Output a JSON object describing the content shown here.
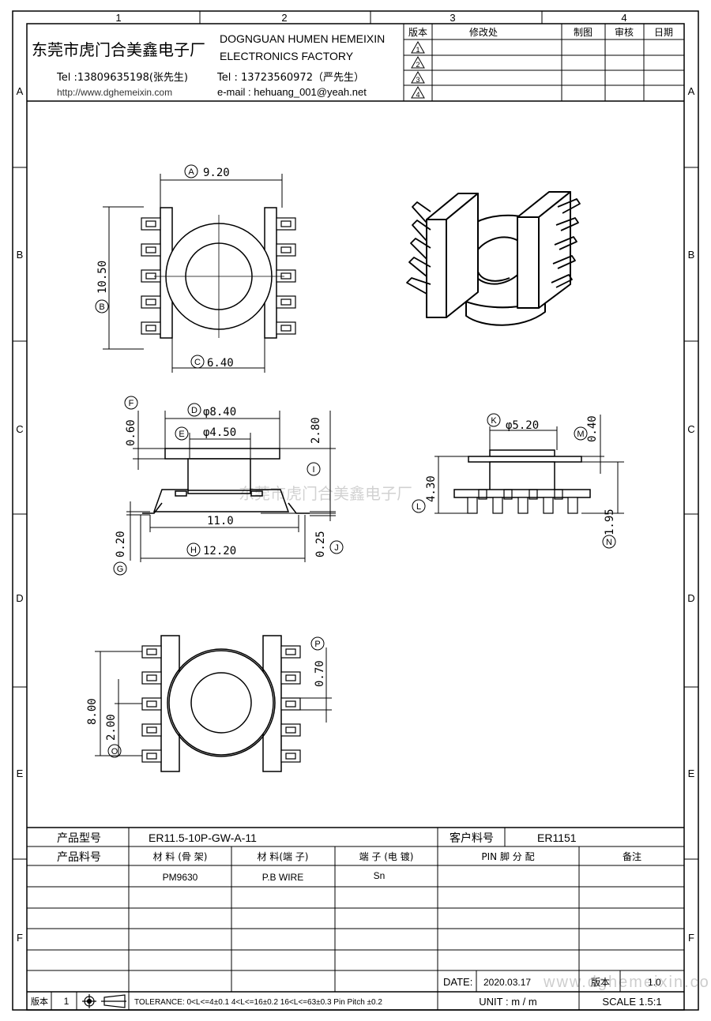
{
  "grid": {
    "columns": [
      "1",
      "2",
      "3",
      "4"
    ],
    "rows": [
      "A",
      "B",
      "C",
      "D",
      "E",
      "F"
    ]
  },
  "header": {
    "company_cn": "东莞市虎门合美鑫电子厂",
    "company_en_1": "DOGNGUAN HUMEN HEMEIXIN",
    "company_en_2": "ELECTRONICS FACTORY",
    "tel_1": "Tel :13809635198(张先生)",
    "website": "http://www.dghemeixin.com",
    "tel_2": "Tel : 13723560972（严先生）",
    "email": "e-mail : hehuang_001@yeah.net"
  },
  "revision_table": {
    "col_version": "版本",
    "col_change": "修改处",
    "col_drawn": "制图",
    "col_check": "审核",
    "col_date": "日期",
    "rows": [
      "1",
      "2",
      "3",
      "4"
    ]
  },
  "dimensions": {
    "A": {
      "tag": "A",
      "value": "9.20"
    },
    "B": {
      "tag": "B",
      "value": "10.50"
    },
    "C": {
      "tag": "C",
      "value": "6.40"
    },
    "D": {
      "tag": "D",
      "value": "φ8.40"
    },
    "E": {
      "tag": "E",
      "value": "φ4.50"
    },
    "F": {
      "tag": "F",
      "value": "0.60"
    },
    "G": {
      "tag": "G",
      "value": "0.20"
    },
    "H": {
      "tag": "H",
      "value": "12.20"
    },
    "I": {
      "tag": "I",
      "value": "2.80"
    },
    "J": {
      "tag": "J",
      "value": "0.25"
    },
    "K": {
      "tag": "K",
      "value": "φ5.20"
    },
    "L": {
      "tag": "L",
      "value": "4.30"
    },
    "M": {
      "tag": "M",
      "value": "0.40"
    },
    "N": {
      "tag": "N",
      "value": "1.95"
    },
    "O": {
      "tag": "O",
      "value": "2.00"
    },
    "P": {
      "tag": "P",
      "value": "0.70"
    },
    "inner_width": "11.0",
    "pin_row_span": "8.00"
  },
  "watermark": "东莞市虎门合美鑫电子厂",
  "spec_table": {
    "label_model": "产品型号",
    "model": "ER11.5-10P-GW-A-11",
    "label_customer_pn": "客户料号",
    "customer_pn": "ER1151",
    "label_pn": "产品料号",
    "col_material_bobbin": "材 料 (骨 架)",
    "col_material_pin": "材 料(端 子)",
    "col_plating": "端 子 (电 镀)",
    "col_pin_assign": "PIN 脚 分 配",
    "col_remarks": "备注",
    "material_bobbin": "PM9630",
    "material_pin": "P.B WIRE",
    "plating": "Sn"
  },
  "footer": {
    "label_version": "版本",
    "version": "1",
    "tolerance": "TOLERANCE:  0<L<=4±0.1  4<L<=16±0.2  16<L<=63±0.3  Pin Pitch  ±0.2",
    "date_label": "DATE:",
    "date": "2020.03.17",
    "version_label": "版本",
    "version_value": "1.0",
    "footer_url": "www.dghemeixin.com",
    "unit": "UNIT  :  m / m",
    "scale": "SCALE  1.5:1"
  }
}
